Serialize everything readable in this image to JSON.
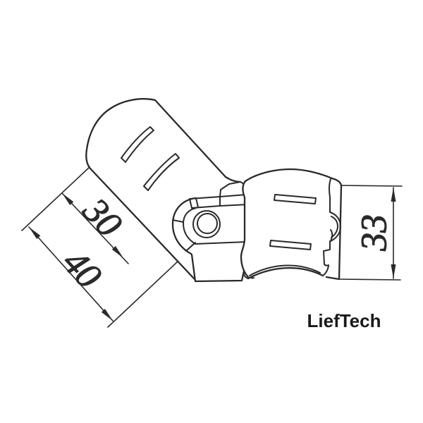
{
  "diagram": {
    "brand": "LiefTech",
    "dimensions": {
      "sleeve_length": "30",
      "overall_length": "40",
      "band_width": "33"
    },
    "colors": {
      "line": "#2a2a2a",
      "background": "#ffffff"
    }
  }
}
